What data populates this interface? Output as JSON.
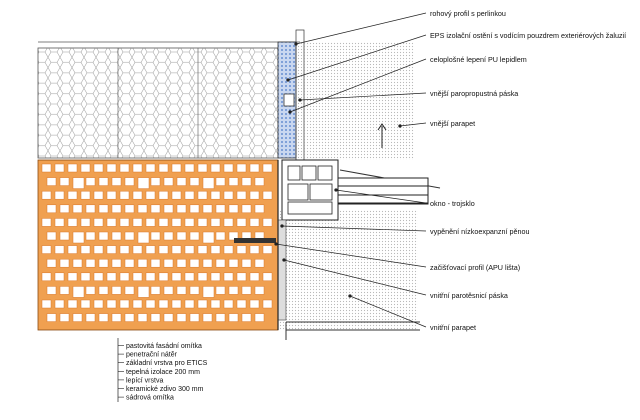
{
  "callouts": [
    "rohový profil s perlinkou",
    "EPS izolační ostění s vodícím pouzdrem exteriérových žaluzií",
    "celoplošné lepení PU lepidlem",
    "vnější paropropustná páska",
    "vnější parapet",
    "okno - trojsklo",
    "vypěnění nízkoexpanzní pěnou",
    "začišťovací profil (APU lišta)",
    "vnitřní parotěsnicí páska",
    "vnitřní parapet"
  ],
  "layers": [
    "pastovitá fasádní omítka",
    "penetrační nátěr",
    "základní vrstva pro ETICS",
    "tepelná izolace 200 mm",
    "lepící vrstva",
    "keramické zdivo 300 mm",
    "sádrová omítka"
  ],
  "colors": {
    "brick": "#f0a050",
    "brick_dark": "#d9772a",
    "insulation_blue": "#4a78c8",
    "line": "#222222",
    "concrete": "#e8e8e8"
  },
  "icons": {
    "direction_arrow": "arrow-up-icon"
  }
}
